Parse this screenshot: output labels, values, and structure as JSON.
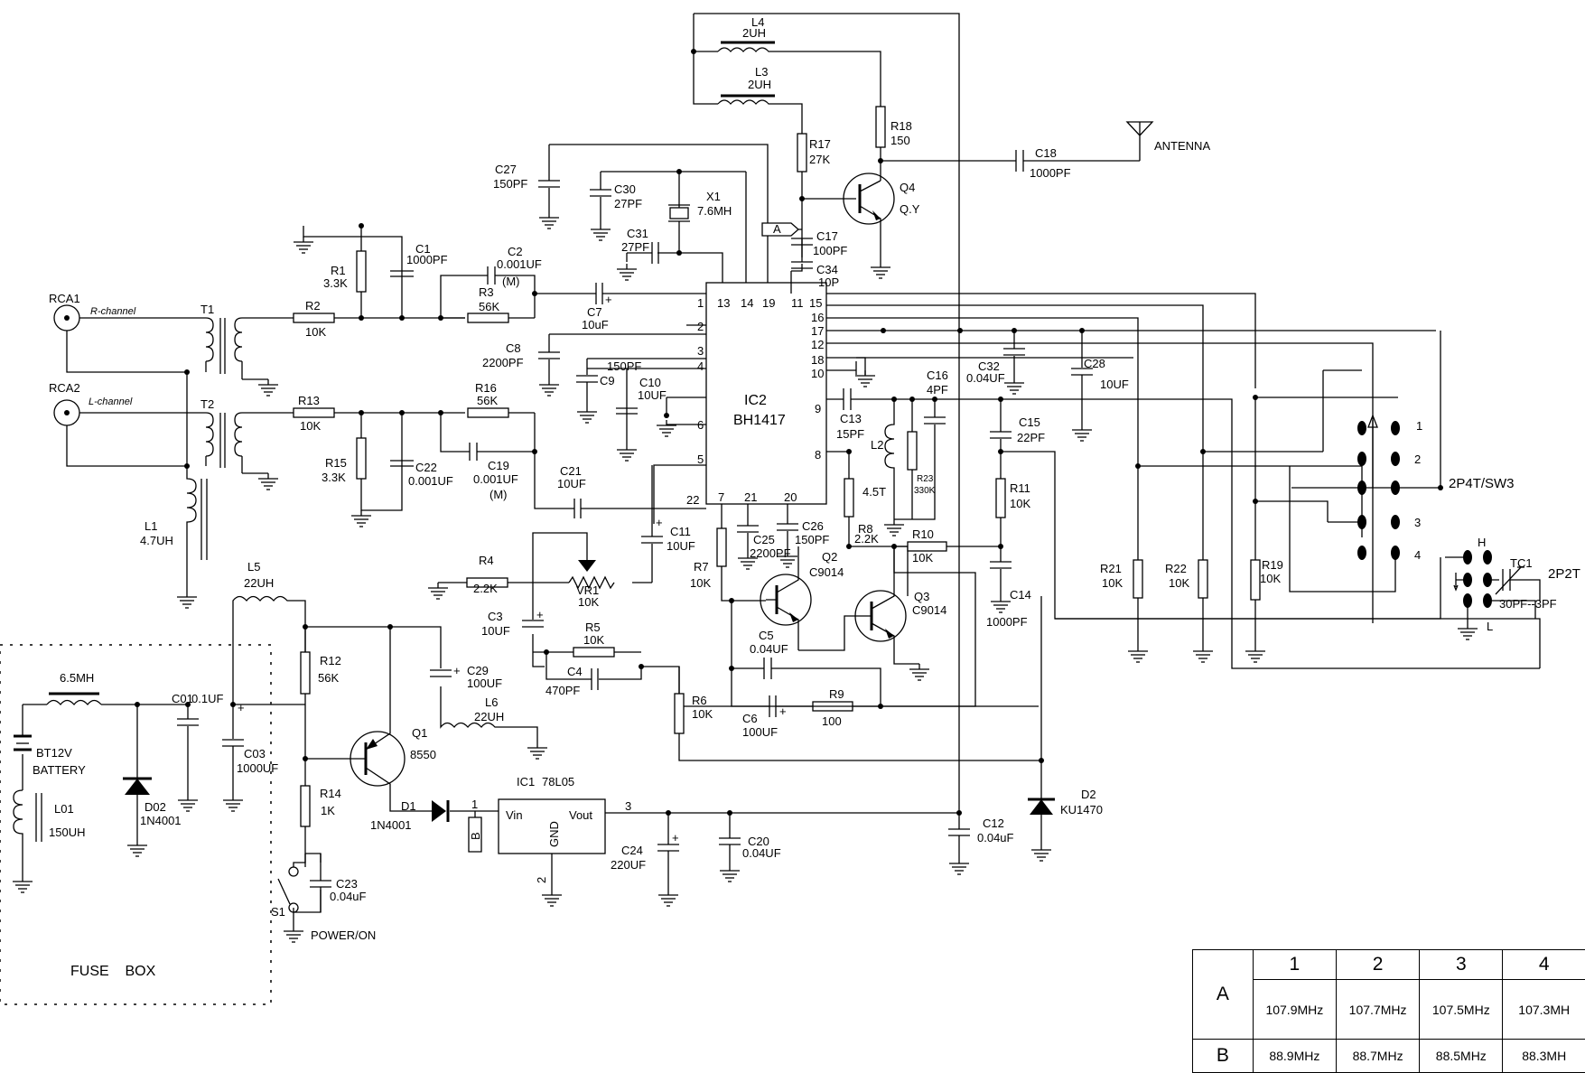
{
  "components": {
    "rca1": "RCA1",
    "rca1_channel": "R-channel",
    "rca2": "RCA2",
    "rca2_channel": "L-channel",
    "t1": "T1",
    "t2": "T2",
    "r1": "R1",
    "r1_v": "3.3K",
    "r2": "R2",
    "r2_v": "10K",
    "r3": "R3",
    "r3_v": "56K",
    "r4": "R4",
    "r4_v": "2.2K",
    "r5": "R5",
    "r5_v": "10K",
    "r6": "R6",
    "r6_v": "10K",
    "r7": "R7",
    "r7_v": "10K",
    "r8": "R8",
    "r8_v": "2.2K",
    "r9": "R9",
    "r9_v": "100",
    "r10": "R10",
    "r10_v": "10K",
    "r11": "R11",
    "r11_v": "10K",
    "r12": "R12",
    "r12_v": "56K",
    "r13": "R13",
    "r13_v": "10K",
    "r14": "R14",
    "r14_v": "1K",
    "r15": "R15",
    "r15_v": "3.3K",
    "r16": "R16",
    "r16_v": "56K",
    "r17": "R17",
    "r17_v": "27K",
    "r18": "R18",
    "r18_v": "150",
    "r19": "R19",
    "r19_v": "10K",
    "r21": "R21",
    "r21_v": "10K",
    "r22": "R22",
    "r22_v": "10K",
    "r23": "R23",
    "r23_v": "330K",
    "c1": "C1",
    "c1_v": "1000PF",
    "c2": "C2",
    "c2_v": "0.001UF",
    "c2_m": "(M)",
    "c3": "C3",
    "c3_v": "10UF",
    "c4": "C4",
    "c4_v": "470PF",
    "c5": "C5",
    "c5_v": "0.04UF",
    "c6": "C6",
    "c6_v": "100UF",
    "c7": "C7",
    "c7_v": "10uF",
    "c8": "C8",
    "c8_v": "2200PF",
    "c9": "C9",
    "c9_v": "150PF",
    "c10": "C10",
    "c10_v": "10UF",
    "c11": "C11",
    "c11_v": "10UF",
    "c12": "C12",
    "c12_v": "0.04uF",
    "c13": "C13",
    "c13_v": "15PF",
    "c14": "C14",
    "c14_v": "1000PF",
    "c15": "C15",
    "c15_v": "22PF",
    "c16": "C16",
    "c16_v": "4PF",
    "c17": "C17",
    "c17_v": "100PF",
    "c18": "C18",
    "c18_v": "1000PF",
    "c19": "C19",
    "c19_v": "0.001UF",
    "c19_m": "(M)",
    "c20": "C20",
    "c20_v": "0.04UF",
    "c21": "C21",
    "c21_v": "10UF",
    "c22": "C22",
    "c22_v": "0.001UF",
    "c23": "C23",
    "c23_v": "0.04uF",
    "c24": "C24",
    "c24_v": "220UF",
    "c25": "C25",
    "c25_v": "2200PF",
    "c26": "C26",
    "c26_v": "150PF",
    "c27": "C27",
    "c27_v": "150PF",
    "c28": "C28",
    "c28_v": "10UF",
    "c29": "C29",
    "c29_v": "100UF",
    "c30": "C30",
    "c30_v": "27PF",
    "c31": "C31",
    "c31_v": "27PF",
    "c32": "C32",
    "c32_v": "0.04UF",
    "c34": "C34",
    "c34_v": "10P",
    "c01": "C01",
    "c01_v": "0.1UF",
    "c03": "C03",
    "c03_v": "1000UF",
    "l1": "L1",
    "l1_v": "4.7UH",
    "l2": "L2",
    "l2_v": "4.5T",
    "l3": "L3",
    "l3_v": "2UH",
    "l4": "L4",
    "l4_v": "2UH",
    "l5": "L5",
    "l5_v": "22UH",
    "l6": "L6",
    "l6_v": "22UH",
    "l01": "L01",
    "l01_v": "150UH",
    "l_6_5": "6.5MH",
    "vr1": "VR1",
    "vr1_v": "10K",
    "q1": "Q1",
    "q1_v": "8550",
    "q2": "Q2",
    "q2_v": "C9014",
    "q3": "Q3",
    "q3_v": "C9014",
    "q4": "Q4",
    "q4_v": "Q.Y",
    "x1": "X1",
    "x1_v": "7.6MH",
    "ic2": "IC2",
    "ic2_v": "BH1417",
    "ic1": "IC1",
    "ic1_v": "78L05",
    "ic1_vin": "Vin",
    "ic1_vout": "Vout",
    "ic1_gnd": "GND",
    "ic1_p1": "1",
    "ic1_p2": "2",
    "ic1_p3": "3",
    "d1": "D1",
    "d1_v": "1N4001",
    "d2": "D2",
    "d2_v": "KU1470",
    "d02": "D02",
    "d02_v": "1N4001",
    "bt": "BT12V",
    "bt_v": "BATTERY",
    "s1": "S1",
    "s1_v": "POWER/ON",
    "antenna": "ANTENNA",
    "fuse_box": "FUSE    BOX",
    "sw3": "2P4T/SW3",
    "sw3_1": "1",
    "sw3_2": "2",
    "sw3_3": "3",
    "sw3_4": "4",
    "sw2": "2P2T",
    "sw2_h": "H",
    "sw2_l": "L",
    "tc1": "TC1",
    "tc1_v": "30PF--3PF",
    "tag_a": "A",
    "tag_b": "B"
  },
  "ic2_pins": {
    "p1": "1",
    "p13": "13",
    "p14": "14",
    "p19": "19",
    "p11": "11",
    "p15": "15",
    "p2": "2",
    "p3": "3",
    "p4": "4",
    "p6": "6",
    "p5": "5",
    "p22": "22",
    "p16": "16",
    "p17": "17",
    "p12": "12",
    "p18": "18",
    "p10": "10",
    "p9": "9",
    "p8": "8",
    "p7": "7",
    "p21": "21",
    "p20": "20"
  },
  "freq_table": {
    "headers": [
      "1",
      "2",
      "3",
      "4"
    ],
    "rows": [
      {
        "label": "A",
        "values": [
          "107.9MHz",
          "107.7MHz",
          "107.5MHz",
          "107.3MH"
        ]
      },
      {
        "label": "B",
        "values": [
          "88.9MHz",
          "88.7MHz",
          "88.5MHz",
          "88.3MH"
        ]
      }
    ]
  }
}
